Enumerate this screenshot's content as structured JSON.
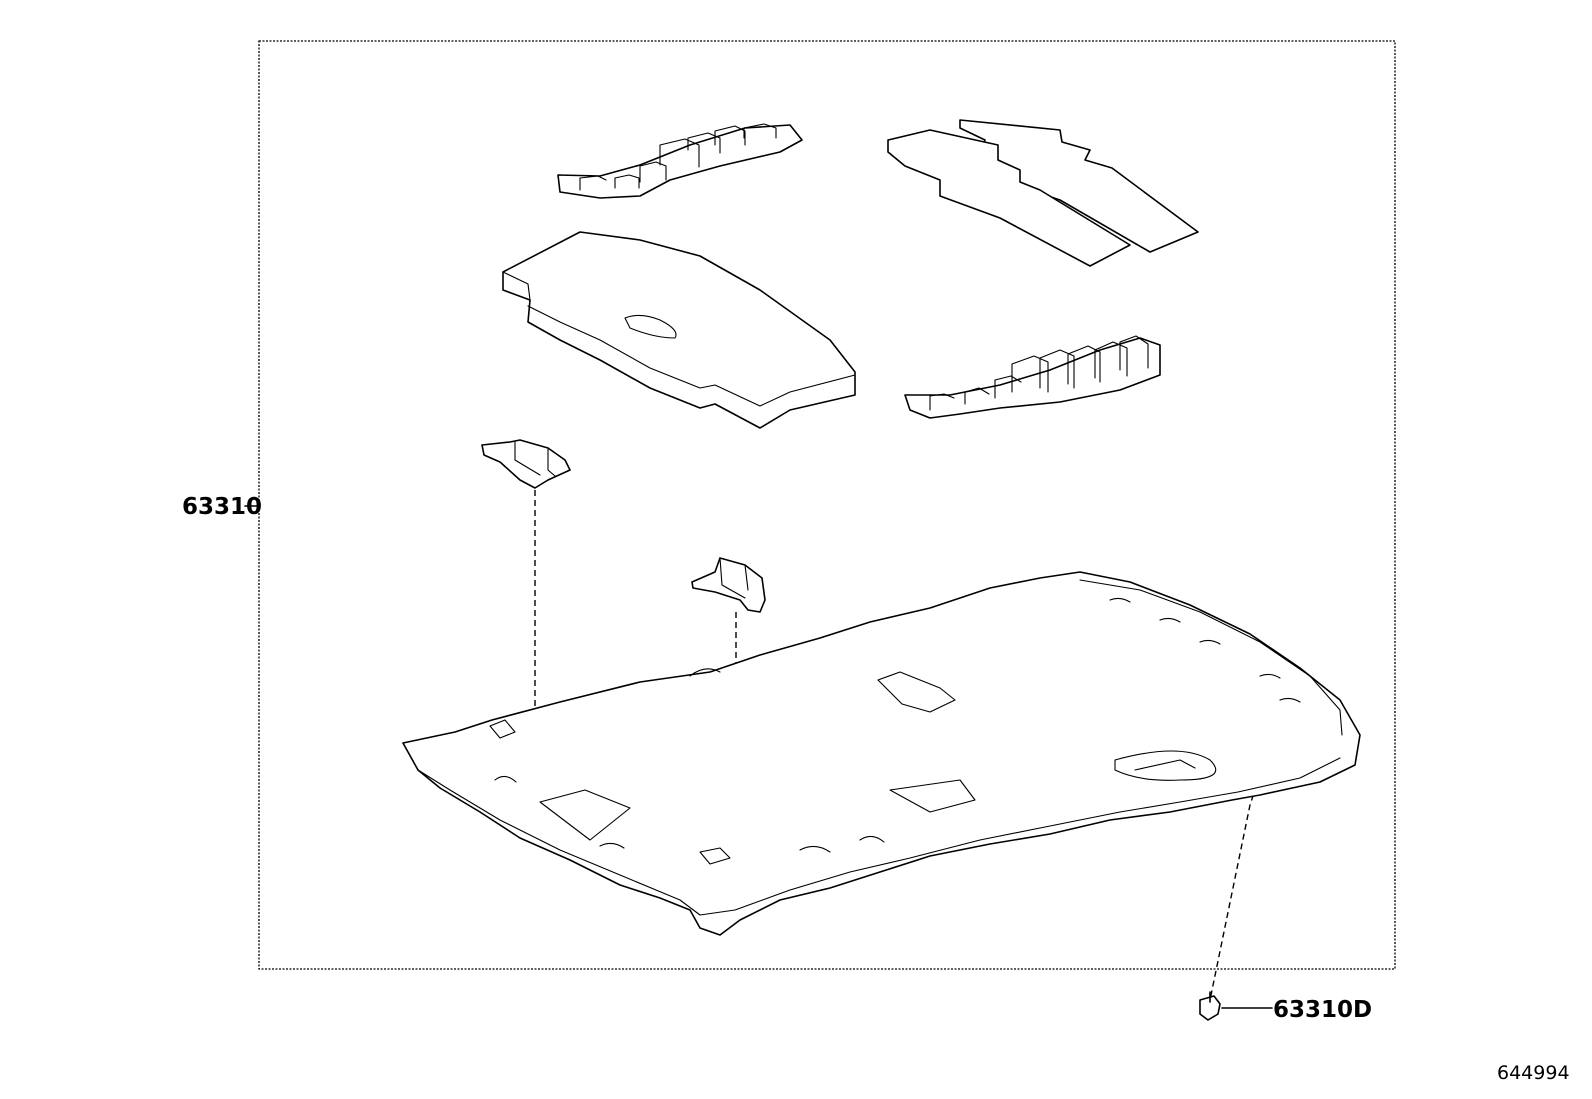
{
  "callouts": [
    {
      "part_number": "63310"
    },
    {
      "part_number": "63310D"
    }
  ],
  "figure_id": "644994"
}
